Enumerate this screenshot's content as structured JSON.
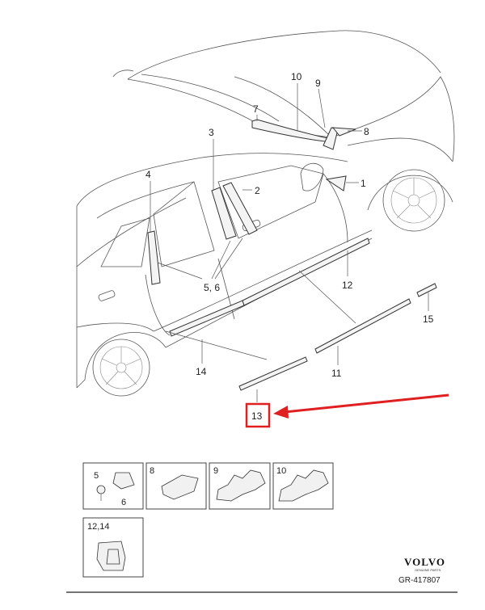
{
  "labels": {
    "p1": "1",
    "p2": "2",
    "p3": "3",
    "p4": "4",
    "p56": "5, 6",
    "p7": "7",
    "p8": "8",
    "p9": "9",
    "p10": "10",
    "p11": "11",
    "p12": "12",
    "p13": "13",
    "p14": "14",
    "p15": "15"
  },
  "detail_boxes": [
    {
      "label": "5",
      "sublabel": "6"
    },
    {
      "label": "8"
    },
    {
      "label": "9"
    },
    {
      "label": "10"
    },
    {
      "label": "12,14"
    }
  ],
  "brand": {
    "logo_text": "VOLVO",
    "logo_sub": "GENUINE PARTS",
    "ref": "GR-417807"
  },
  "colors": {
    "highlight": "#e02020",
    "line": "#555555"
  }
}
